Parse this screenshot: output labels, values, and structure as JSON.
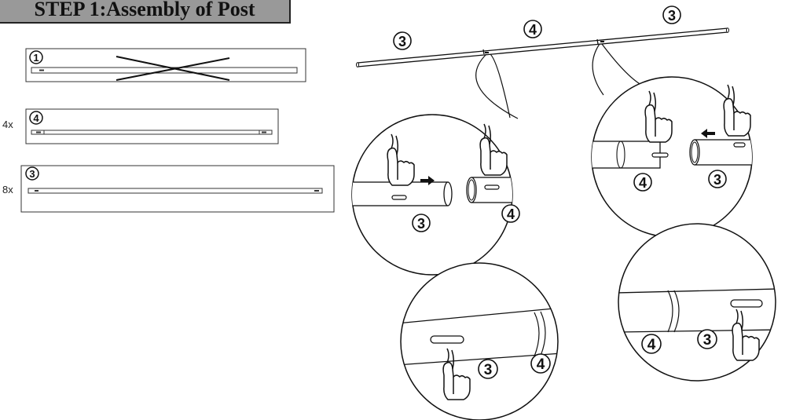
{
  "header": {
    "title": "STEP 1:Assembly of Post"
  },
  "parts": [
    {
      "num": "1",
      "qty": "",
      "excluded": true
    },
    {
      "num": "4",
      "qty": "4x",
      "excluded": false
    },
    {
      "num": "3",
      "qty": "8x",
      "excluded": false
    }
  ],
  "assembly": {
    "left": "3",
    "middle": "4",
    "right": "3"
  },
  "details": {
    "d1": {
      "a": "3",
      "b": "4"
    },
    "d2": {
      "a": "4",
      "b": "3"
    },
    "d3": {
      "a": "3",
      "b": "4"
    },
    "d4": {
      "a": "4",
      "b": "3"
    }
  }
}
